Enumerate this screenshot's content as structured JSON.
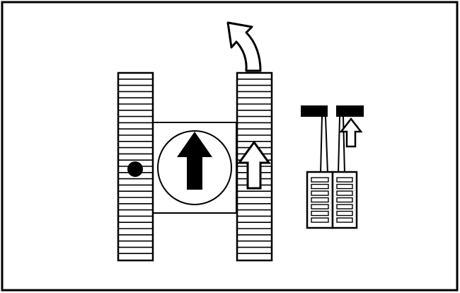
{
  "diagram": {
    "description_tracks": 2,
    "colors": {
      "stroke": "#000000",
      "fill": "#ffffff",
      "solid": "#000000"
    },
    "icons": {
      "frame": "border-frame",
      "left_track": "crawler-track-left",
      "right_track": "crawler-track-right",
      "hub_arrow": "up-arrow-solid-icon",
      "right_track_arrow": "up-arrow-outline-icon",
      "turn_arrow": "curved-left-turn-arrow-icon",
      "pivot": "pivot-dot-icon",
      "pedals": "travel-pedals-icon",
      "pedal_arrow": "up-arrow-outline-icon"
    },
    "pedals": {
      "left": {
        "state": "neutral"
      },
      "right": {
        "state": "forward"
      }
    },
    "track_motion": {
      "left": "stopped",
      "right": "forward"
    }
  }
}
